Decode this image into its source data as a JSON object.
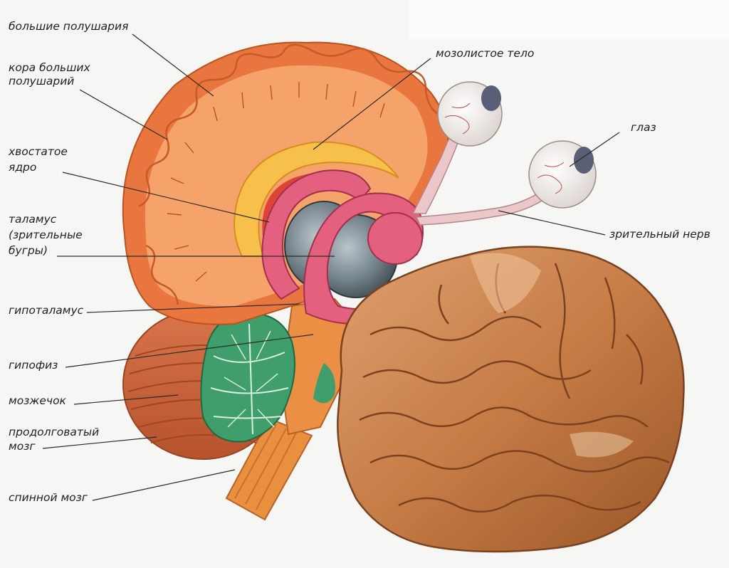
{
  "labels": {
    "cerebrum": "большие полушария",
    "cortex_l1": "кора больших",
    "cortex_l2": "полушарий",
    "caudate_l1": "хвостатое",
    "caudate_l2": "ядро",
    "thalamus_l1": "таламус",
    "thalamus_l2": "(зрительные",
    "thalamus_l3": "бугры)",
    "hypothalamus": "гипоталамус",
    "pituitary": "гипофиз",
    "cerebellum": "мозжечок",
    "medulla_l1": "продолговатый",
    "medulla_l2": "мозг",
    "spinal_cord": "спинной мозг",
    "corpus_callosum": "мозолистое тело",
    "eye": "глаз",
    "optic_nerve": "зрительный нерв"
  },
  "colors": {
    "cortex": "#e9763f",
    "white_matter": "#f5a36b",
    "corpus_callosum": "#f7c04a",
    "caudate": "#e3607e",
    "thalamus": "#6f7d84",
    "cerebellum_arbor": "#3e9b6a",
    "cerebellum": "#cf6a3c",
    "brainstem": "#e8893f",
    "outer_brain": "#c98048",
    "eye": "#f2eeea",
    "optic_nerve": "#e9c3c6",
    "leader_line": "#2a2a2a"
  }
}
